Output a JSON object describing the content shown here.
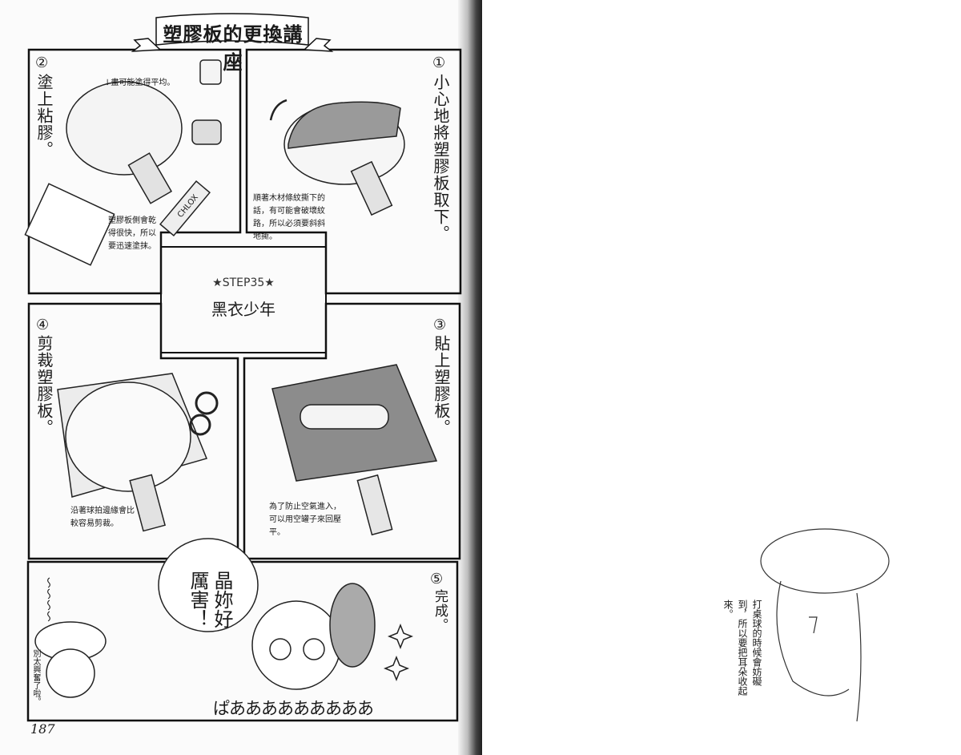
{
  "header": {
    "title": "塑膠板的更換講座"
  },
  "center": {
    "step_label": "★STEP35★",
    "chapter_title": "黑衣少年"
  },
  "steps": [
    {
      "num": "①",
      "title": "小心地將塑膠板取下。",
      "note": "順著木材條紋撕下的話，有可能會破壞紋路，所以必須要斜斜地撕。"
    },
    {
      "num": "②",
      "title": "塗上粘膠。",
      "note_top": "↓盡可能塗得平均。",
      "note": "塑膠板側會乾得很快，所以要迅速塗抹。",
      "tube_label": "CHLOX"
    },
    {
      "num": "③",
      "title": "貼上塑膠板。",
      "note": "為了防止空氣進入，可以用空罐子來回壓平。"
    },
    {
      "num": "④",
      "title": "剪裁塑膠板。",
      "note": "沿著球拍邊緣會比較容易剪裁。"
    },
    {
      "num": "⑤",
      "title": "完成。"
    }
  ],
  "final_panel": {
    "speech": "晶妳好厲害！",
    "silence": "～～～～",
    "side_remark": "別太興奮了啦。",
    "sfx": "ぱあああああああああ"
  },
  "footer": {
    "page_number": "187"
  },
  "right_page": {
    "note": "打桌球的時候會妨礙到，所以要把耳朵收起來。"
  }
}
